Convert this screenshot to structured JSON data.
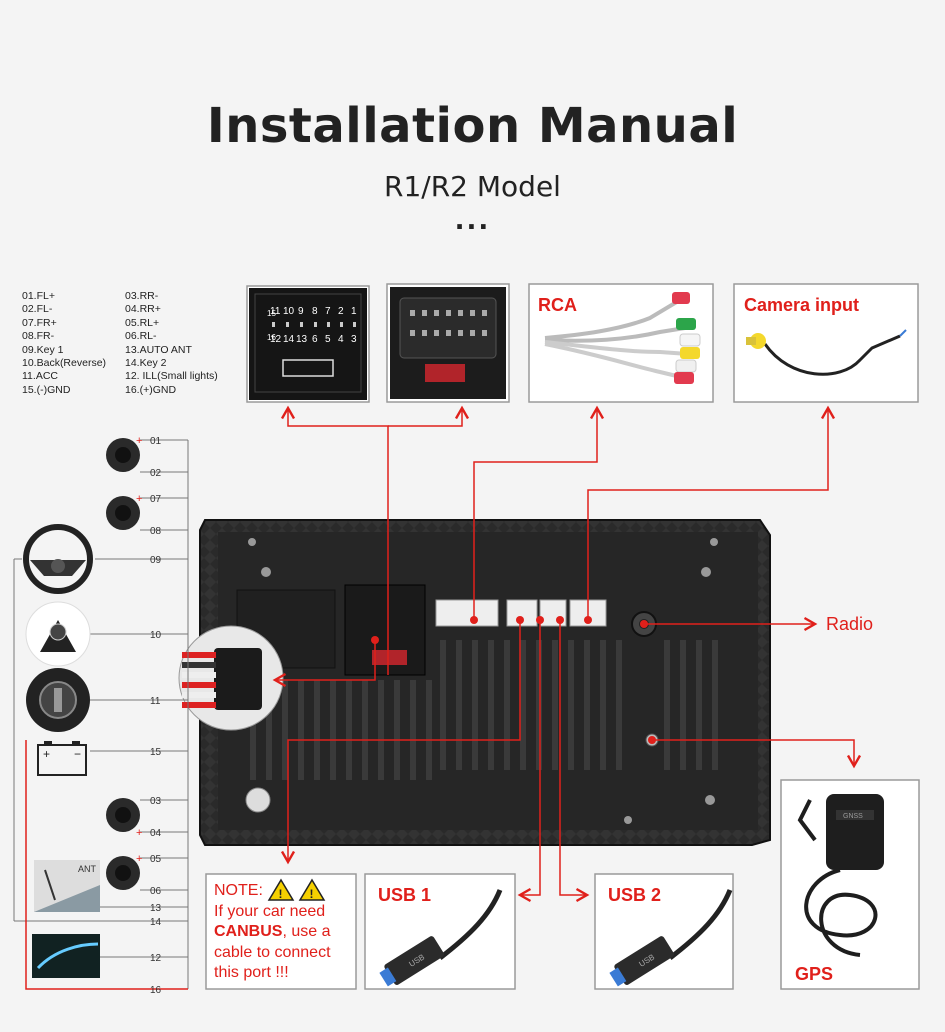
{
  "header": {
    "title": "Installation Manual",
    "subtitle": "R1/R2 Model",
    "ellipsis": "..."
  },
  "pins_left": [
    "01.FL+",
    "02.FL-",
    "07.FR+",
    "08.FR-",
    "09.Key 1",
    "10.Back(Reverse)",
    "11.ACC",
    "15.(-)GND"
  ],
  "pins_right": [
    "03.RR-",
    "04.RR+",
    "05.RL+",
    "06.RL-",
    "13.AUTO ANT",
    "14.Key 2",
    "12. ILL(Small lights)",
    "16.(+)GND"
  ],
  "connector_numbers": {
    "top_row": [
      "11",
      "10",
      "9",
      "8",
      "7",
      "2",
      "1"
    ],
    "bottom_row": [
      "12",
      "14",
      "13",
      "6",
      "5",
      "4",
      "3"
    ],
    "row15": "15",
    "row16": "16"
  },
  "boxes": {
    "rca": "RCA",
    "camera": "Camera input",
    "usb1": "USB 1",
    "usb2": "USB 2",
    "gps": "GPS",
    "usb_cable_text": "USB"
  },
  "outputs": {
    "radio": "Radio"
  },
  "note": {
    "line1": "NOTE:",
    "line2": "If your car need",
    "canbus": "CANBUS",
    "line3_rest": ", use a",
    "line4": "cable to connect",
    "line5": "this port !!!"
  },
  "wire_labels": [
    "01",
    "02",
    "07",
    "08",
    "09",
    "10",
    "11",
    "15",
    "03",
    "04",
    "05",
    "06",
    "13",
    "14",
    "12",
    "16"
  ],
  "ant_label": "ANT",
  "gps_unit_text": "GNSS",
  "colors": {
    "accent_red": "#e0201b",
    "text_dark": "#222222",
    "box_border": "#9a9a9a"
  }
}
